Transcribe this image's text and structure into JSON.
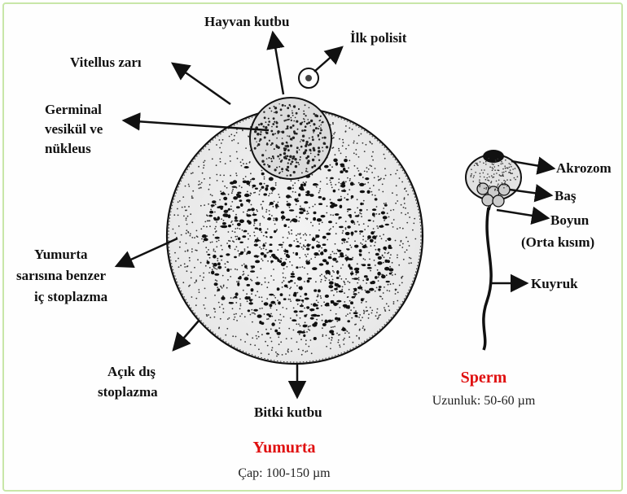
{
  "labels": {
    "animal_pole": "Hayvan kutbu",
    "first_polar_body": "İlk polisit",
    "vitelline_membrane": "Vitellus zarı",
    "germinal_1": "Germinal",
    "germinal_2": "vesikül ve",
    "germinal_3": "nükleus",
    "yolk_1": "Yumurta",
    "yolk_2": "sarısına benzer",
    "yolk_3": "iç stoplazma",
    "outer_1": "Açık dış",
    "outer_2": "stoplazma",
    "vegetal_pole": "Bitki kutbu",
    "acrosome": "Akrozom",
    "head": "Baş",
    "neck": "Boyun",
    "neck_paren": "(Orta kısım)",
    "tail": "Kuyruk"
  },
  "egg": {
    "title": "Yumurta",
    "size": "Çap: 100-150 µm"
  },
  "sperm": {
    "title": "Sperm",
    "size": "Uzunluk: 50-60 µm"
  },
  "colors": {
    "title_red": "#e01010",
    "frame": "#c8e6a8",
    "ink": "#111111"
  }
}
